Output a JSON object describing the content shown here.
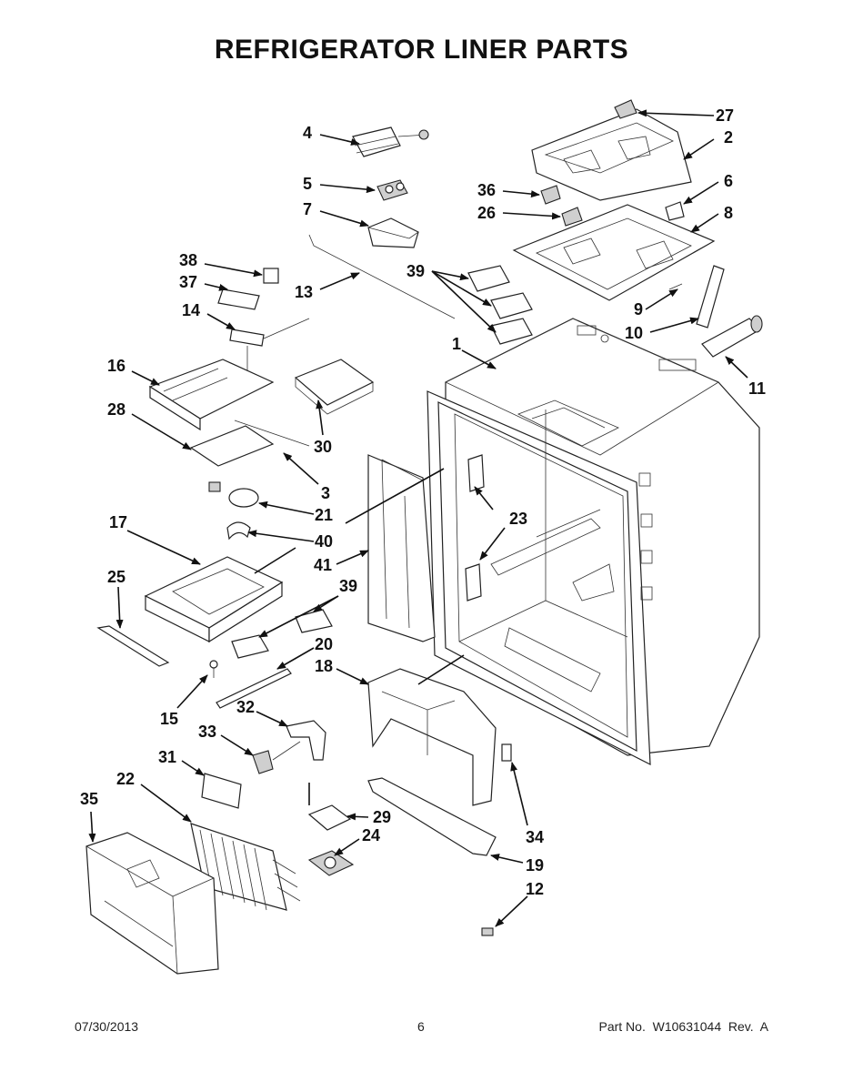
{
  "page": {
    "title": "REFRIGERATOR LINER PARTS",
    "footer_date": "07/30/2013",
    "footer_page": "6",
    "footer_part": "Part No.  W10631044  Rev.  A"
  },
  "callouts": {
    "c1": "1",
    "c2": "2",
    "c3": "3",
    "c4": "4",
    "c5": "5",
    "c6": "6",
    "c7": "7",
    "c8": "8",
    "c9": "9",
    "c10": "10",
    "c11": "11",
    "c12": "12",
    "c13": "13",
    "c14": "14",
    "c15": "15",
    "c16": "16",
    "c17": "17",
    "c18": "18",
    "c19": "19",
    "c20": "20",
    "c21": "21",
    "c22": "22",
    "c23": "23",
    "c24": "24",
    "c25": "25",
    "c26": "26",
    "c27": "27",
    "c28": "28",
    "c29": "29",
    "c30": "30",
    "c31": "31",
    "c32": "32",
    "c33": "33",
    "c34": "34",
    "c35": "35",
    "c36": "36",
    "c37": "37",
    "c38": "38",
    "c39": "39",
    "c40": "40",
    "c41": "41"
  }
}
